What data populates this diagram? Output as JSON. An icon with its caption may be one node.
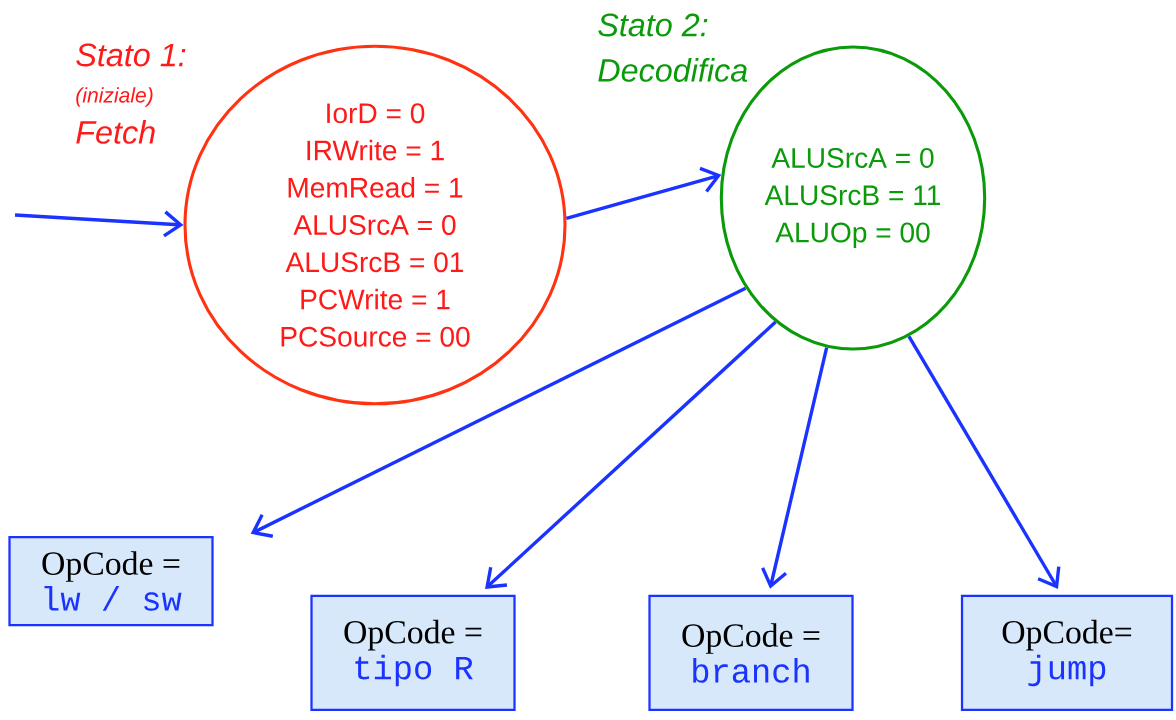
{
  "diagram": {
    "nodes": [
      {
        "text": [
          "Stato 1:",
          "(iniziale)",
          "Fetch",
          "IorD = 0",
          "IRWrite = 1",
          "MemRead = 1",
          "ALUSrcA = 0",
          "ALUSrcB = 01",
          "PCWrite = 1",
          "PCSource = 00"
        ]
      },
      {
        "text": [
          "Stato 2:",
          "Decodifica",
          "ALUSrcA = 0",
          "ALUSrcB = 11",
          "ALUOp = 00"
        ]
      },
      {
        "text": [
          "OpCode =",
          "lw / sw"
        ]
      },
      {
        "text": [
          "OpCode =",
          "tipo R"
        ]
      },
      {
        "text": [
          "OpCode =",
          "branch"
        ]
      },
      {
        "text": [
          "OpCode=",
          "jump"
        ]
      }
    ],
    "edges": [
      {
        "from": null,
        "to": 0,
        "arrow": "to"
      },
      {
        "from": 0,
        "to": 1,
        "arrow": "to"
      },
      {
        "from": 1,
        "to": 2,
        "arrow": "to"
      },
      {
        "from": 1,
        "to": 3,
        "arrow": "to"
      },
      {
        "from": 1,
        "to": 4,
        "arrow": "to"
      },
      {
        "from": 1,
        "to": 5,
        "arrow": "to"
      }
    ]
  }
}
